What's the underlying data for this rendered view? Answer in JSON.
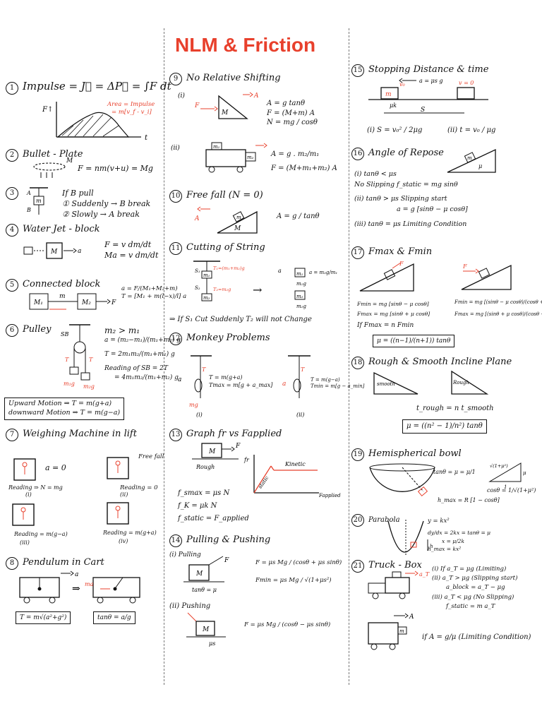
{
  "title": "NLM & Friction",
  "colors": {
    "title": "#e8402c",
    "annotation": "#e8402c",
    "ink": "#111111"
  },
  "col1": {
    "s1": {
      "number": "1",
      "formula": "Impulse = J⃗ = ΔP⃗ = ∫F dt",
      "axis_y": "F↑",
      "axis_x": "t",
      "area_note_1": "Area = Impulse",
      "area_note_2": "= m[v_f - v_i]"
    },
    "s2": {
      "number": "2",
      "heading": "Bullet - Plate",
      "mass_label": "M",
      "formula": "F = nm(v+u) = Mg"
    },
    "s3": {
      "number": "3",
      "line1": "If B pull",
      "line2": "① Suddenly → B break",
      "line3": "② Slowly → A break",
      "label_a": "A",
      "label_m": "m",
      "label_b": "B"
    },
    "s4": {
      "number": "4",
      "heading": "Water Jet - block",
      "block_label": "M",
      "accel": "a",
      "eq1": "F = v dm/dt",
      "eq2": "Ma = v dm/dt"
    },
    "s5": {
      "number": "5",
      "heading": "Connected block",
      "m1": "M₁",
      "m": "m",
      "m2": "M₂",
      "force": "F",
      "eq1": "a = F/(M₁+M₂+m)",
      "eq2": "T = [M₁ + m(l−x)/l] a"
    },
    "s6": {
      "number": "6",
      "heading": "Pulley",
      "cond": "m₂ > m₁",
      "eq1": "a = (m₂−m₁)/(m₁+m₂) g",
      "eq2": "T = 2m₁m₂/(m₁+m₂) g",
      "eq3": "Reading of SB = 2T",
      "eq4": "= 4m₁m₂/(m₁+m₂) g",
      "sb_label": "SB",
      "t_label": "T",
      "g1": "m₁g",
      "g2": "m₂g",
      "box_line1": "Upward Motion ⇒ T = m(g+a)",
      "box_line2": "downward Motion ⇒ T = m(g−a)"
    },
    "s7": {
      "number": "7",
      "heading": "Weighing Machine in lift",
      "case1_a": "a = 0",
      "case1_r": "Reading ⇒ N = mg",
      "case1_n": "(i)",
      "case2_a": "Free fall",
      "case2_r": "Reading = 0",
      "case2_n": "(ii)",
      "case3_r": "Reading = m(g−a)",
      "case3_n": "(iii)",
      "case4_r": "Reading = m(g+a)",
      "case4_n": "(iv)"
    },
    "s8": {
      "number": "8",
      "heading": "Pendulum in Cart",
      "accel": "a",
      "ma": "ma",
      "box1": "T = m√(a²+g²)",
      "box2": "tanθ = a/g"
    }
  },
  "col2": {
    "s9": {
      "number": "9",
      "heading": "No Relative Shifting",
      "case1": "(i)",
      "eq1": "A = g tanθ",
      "eq2": "F = (M+m) A",
      "eq3": "N = mg / cosθ",
      "case2": "(ii)",
      "eq4": "A = g . m₂/m₁",
      "eq5": "F = (M+m₁+m₂) A",
      "f": "F",
      "a": "A",
      "m": "M",
      "m1": "m₁",
      "m2": "m₂"
    },
    "s10": {
      "number": "10",
      "heading": "Free fall (N = 0)",
      "eq1": "A = g / tanθ",
      "a": "A",
      "m": "m",
      "big_m": "M"
    },
    "s11": {
      "number": "11",
      "heading": "Cutting of String",
      "note": "⇒ If S₁ Cut Suddenly T₂ will not Change",
      "t_top": "T₁=(m₁+m₂)g",
      "t_mid": "T₂=m₂g",
      "m1": "m₁",
      "m2": "m₂",
      "s1": "S₁",
      "s2": "S₂",
      "a_label": "a",
      "a_eq": "a = m₂g/m₁",
      "w1": "m₁g",
      "w2": "m₂g"
    },
    "s12": {
      "number": "12",
      "heading": "Monkey Problems",
      "eq1": "T = m(g+a)",
      "eq2": "Tmax = m[g + a_max]",
      "eq3": "T = m(g−a)",
      "eq4": "Tmin = m[g − a_min]",
      "t": "T",
      "a": "a",
      "mg": "mg",
      "c1": "(i)",
      "c2": "(ii)"
    },
    "s13": {
      "number": "13",
      "heading": "Graph fr vs Fapplied",
      "block": "M",
      "force": "F",
      "surface": "Rough",
      "y_axis": "fr",
      "x_axis": "Fapplied",
      "static": "static",
      "kinetic": "Kinetic",
      "eq1": "f_smax = μs N",
      "eq2": "f_K = μk N",
      "eq3": "f_static = F_applied"
    },
    "s14": {
      "number": "14",
      "heading": "Pulling & Pushing",
      "p1": "(i) Pulling",
      "p2": "(ii) Pushing",
      "block": "M",
      "force": "F",
      "tan": "tanθ = μ",
      "mu": "μs",
      "eq1": "F = μs Mg / (cosθ + μs sinθ)",
      "eq2": "Fmin = μs Mg / √(1+μs²)",
      "eq3": "F = μs Mg / (cosθ − μs sinθ)"
    }
  },
  "col3": {
    "s15": {
      "number": "15",
      "heading": "Stopping Distance & time",
      "decel": "a = μs g",
      "m": "m",
      "v0": "v₀",
      "vz": "v = 0",
      "mu": "μk",
      "s": "S",
      "eq1": "(i) S = v₀² / 2μg",
      "eq2": "(ii) t = v₀ / μg"
    },
    "s16": {
      "number": "16",
      "heading": "Angle of Repose",
      "m": "m",
      "mu": "μ",
      "l1": "(i) tanθ < μs",
      "l2": "No Slipping     f_static = mg sinθ",
      "l3": "(ii) tanθ > μs     Slipping start",
      "l4": "a = g [sinθ − μ cosθ]",
      "l5": "(iii) tanθ = μs     Limiting Condition"
    },
    "s17": {
      "number": "17",
      "heading": "Fmax & Fmin",
      "f": "F",
      "l1": "Fmin = mg [sinθ − μ cosθ]",
      "l2": "Fmax = mg [sinθ + μ cosθ]",
      "l3": "Fmin = mg [(sinθ − μ cosθ)/(cosθ + μ sinθ)]",
      "l4": "Fmax = mg [(sinθ + μ cosθ)/(cosθ − μ sinθ)]",
      "l5": "If Fmax = n Fmin",
      "l6": "μ = ((n−1)/(n+1)) tanθ"
    },
    "s18": {
      "number": "18",
      "heading": "Rough & Smooth Incline Plane",
      "smooth": "smooth",
      "rough": "Rough",
      "l1": "t_rough = n t_smooth",
      "l2": "μ = ((n² − 1)/n²) tanθ"
    },
    "s19": {
      "number": "19",
      "heading": "Hemispherical bowl",
      "l1": "tanθ = μ = μ/1",
      "l2": "cosθ = 1/√(1+μ²)",
      "l3": "h_max = R [1 − cosθ]",
      "tri_h": "√(1+μ²)",
      "tri_s": "μ",
      "tri_b": "1"
    },
    "s20": {
      "number": "20",
      "heading": "Parabola",
      "eq_curve": "y = kx²",
      "l1": "dy/dx = 2kx = tanθ = μ",
      "l2": "x = μ/2k",
      "l3": "h_max = kx²",
      "h": "h"
    },
    "s21": {
      "number": "21",
      "heading": "Truck - Box",
      "at": "a_T",
      "l1": "(i) If a_T = μg (Limiting)",
      "l2": "(ii) a_T > μg (Slipping start)",
      "l3": "a_block = a_T − μg",
      "l4": "(iii) a_T < μg (No Slipping)",
      "l5": "f_static = m a_T",
      "a": "A",
      "m": "m",
      "l6": "if A = g/μ (Limiting Condition)"
    }
  }
}
